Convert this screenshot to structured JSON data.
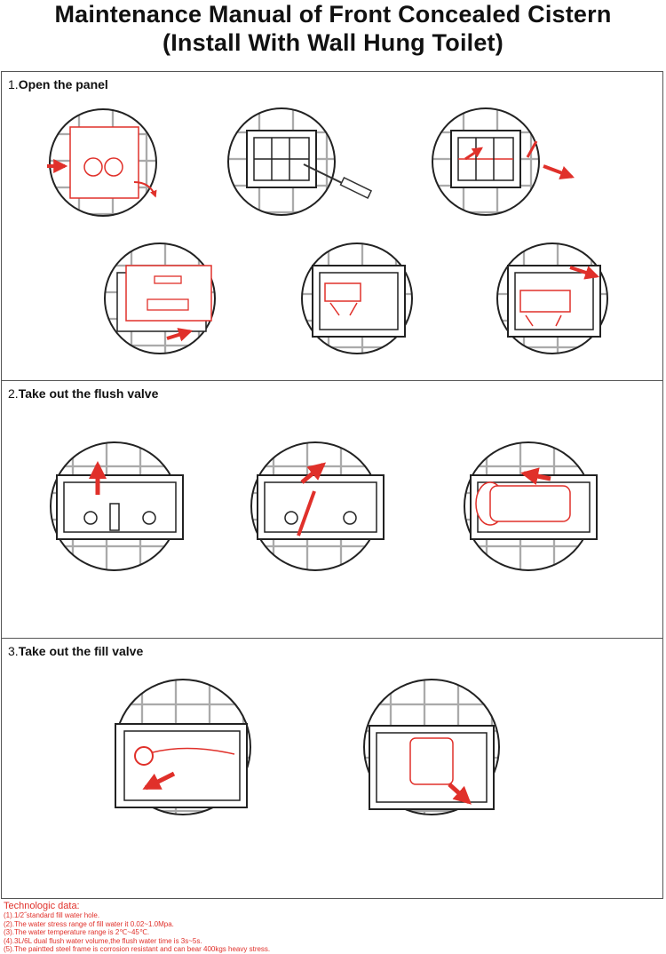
{
  "title": {
    "line1": "Maintenance Manual of Front  Concealed Cistern",
    "line2": "(Install With Wall Hung Toilet)"
  },
  "sections": [
    {
      "num": "1.",
      "title": "Open the panel"
    },
    {
      "num": "2.",
      "title": "Take out the flush valve"
    },
    {
      "num": "3.",
      "title": "Take out the fill valve"
    }
  ],
  "tech": {
    "title": "Technologic data:",
    "items": [
      "(1).1/2˝standard fill water hole.",
      "(2).The water stress range of fill water it 0.02~1.0Mpa.",
      "(3).The water temperature range is 2℃~45℃.",
      "(4).3L/6L dual flush water volume,the flush water time is 3s~5s.",
      "(5).The paintted steel frame is corrosion resistant and can bear 400kgs heavy stress."
    ]
  },
  "colors": {
    "accent": "#e0302a",
    "line": "#333333",
    "tile": "#bbbbbb"
  }
}
